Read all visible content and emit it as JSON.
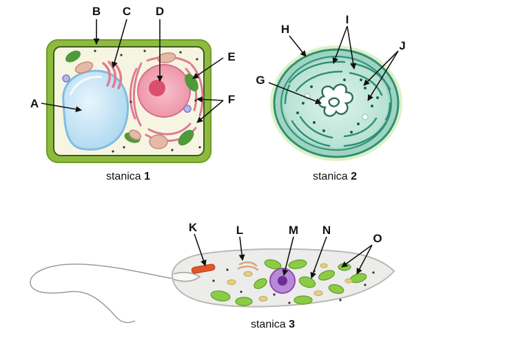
{
  "labels": {
    "A": "A",
    "B": "B",
    "C": "C",
    "D": "D",
    "E": "E",
    "F": "F",
    "G": "G",
    "H": "H",
    "I": "I",
    "J": "J",
    "K": "K",
    "L": "L",
    "M": "M",
    "N": "N",
    "O": "O"
  },
  "captions": {
    "cell1": {
      "word": "stanica",
      "number": "1"
    },
    "cell2": {
      "word": "stanica",
      "number": "2"
    },
    "cell3": {
      "word": "stanica",
      "number": "3"
    }
  },
  "colors": {
    "plant_wall": "#8dbb3e",
    "plant_cytoplasm": "#f6f5e2",
    "vacuole": "#cfe8f7",
    "nucleus": "#f4a8b8",
    "chloroplast": "#4f9a3a",
    "bacteria_green": "#3aa58a",
    "euglena_body": "#ececea",
    "euglena_nucleus": "#8a4ab0",
    "eyespot": "#e2552a"
  }
}
